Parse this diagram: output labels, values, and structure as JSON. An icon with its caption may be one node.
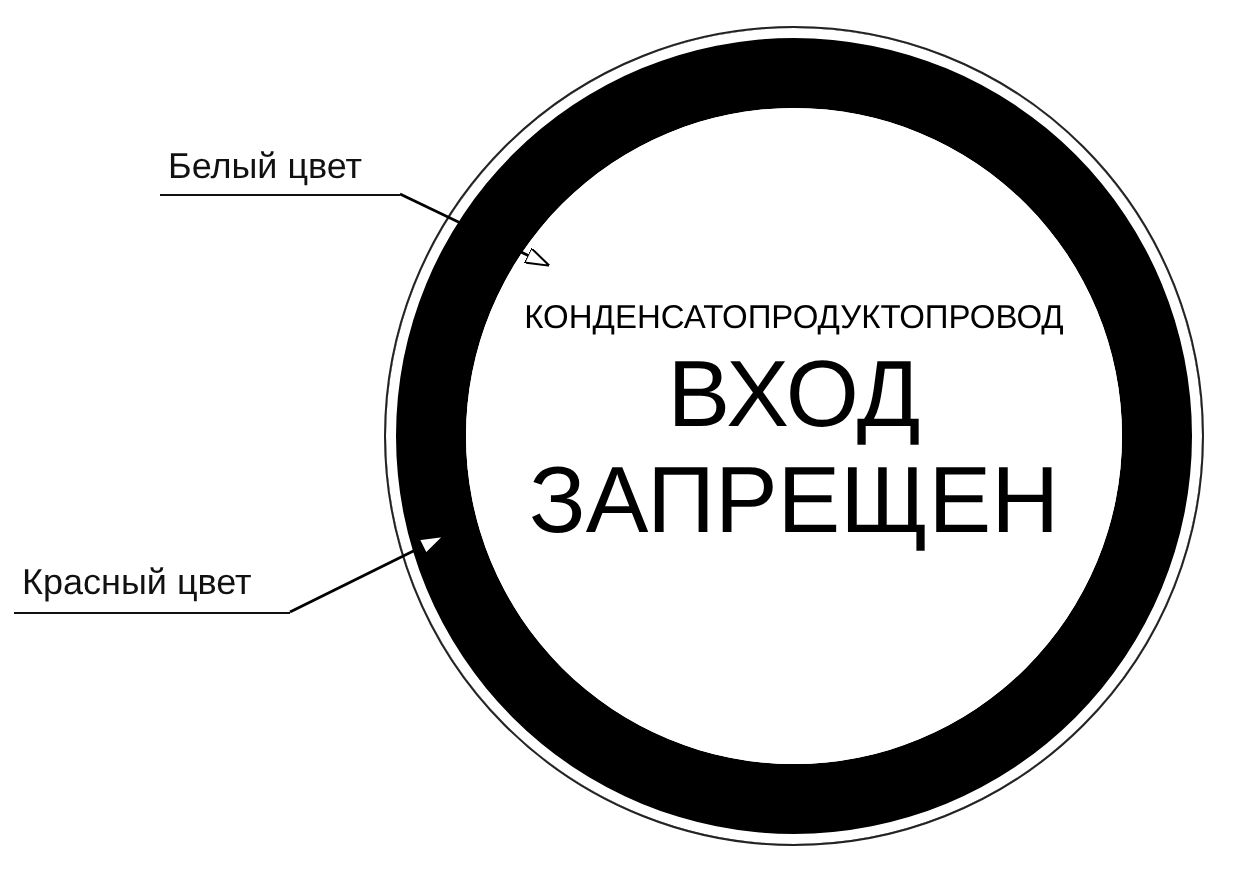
{
  "diagram": {
    "nodes": [
      {
        "text": [
          "Белый цвет"
        ]
      },
      {
        "text": [
          "Красный цвет"
        ]
      },
      {
        "text": [],
        "shape": "circle"
      },
      {
        "text": [
          "КОНДЕНСАТОПРОДУКТОПРОВОД",
          "ВХОД ЗАПРЕЩЕН"
        ],
        "in": 2
      }
    ],
    "edges": [
      {
        "from": 0,
        "to": 3,
        "arrow": "to"
      },
      {
        "from": 1,
        "to": 2,
        "arrow": "to"
      }
    ]
  }
}
